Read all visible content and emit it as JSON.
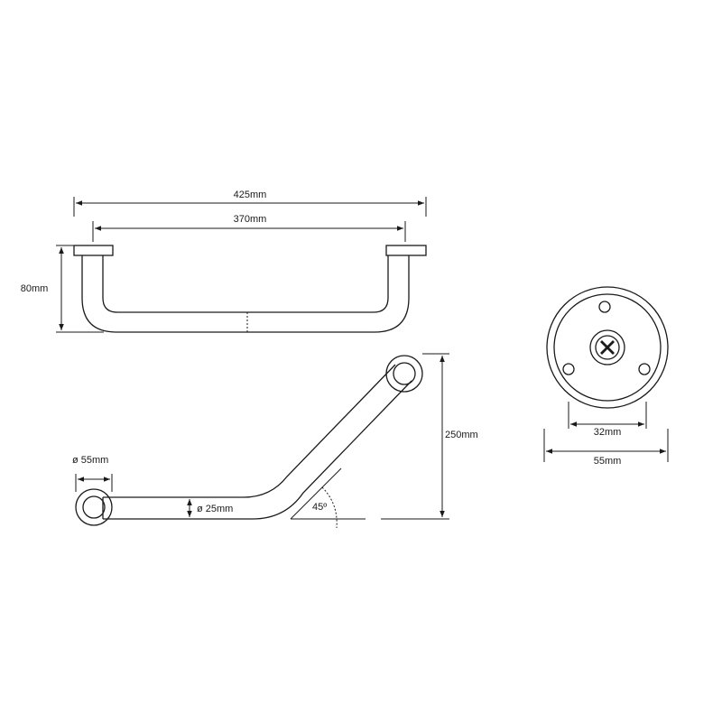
{
  "dimensions": {
    "overall_width": "425mm",
    "mount_spacing": "370mm",
    "projection": "80mm",
    "rosette_diameter": "ø 55mm",
    "tube_diameter": "ø 25mm",
    "angle": "45º",
    "height": "250mm",
    "bolt_circle": "32mm",
    "plate_diameter": "55mm"
  }
}
